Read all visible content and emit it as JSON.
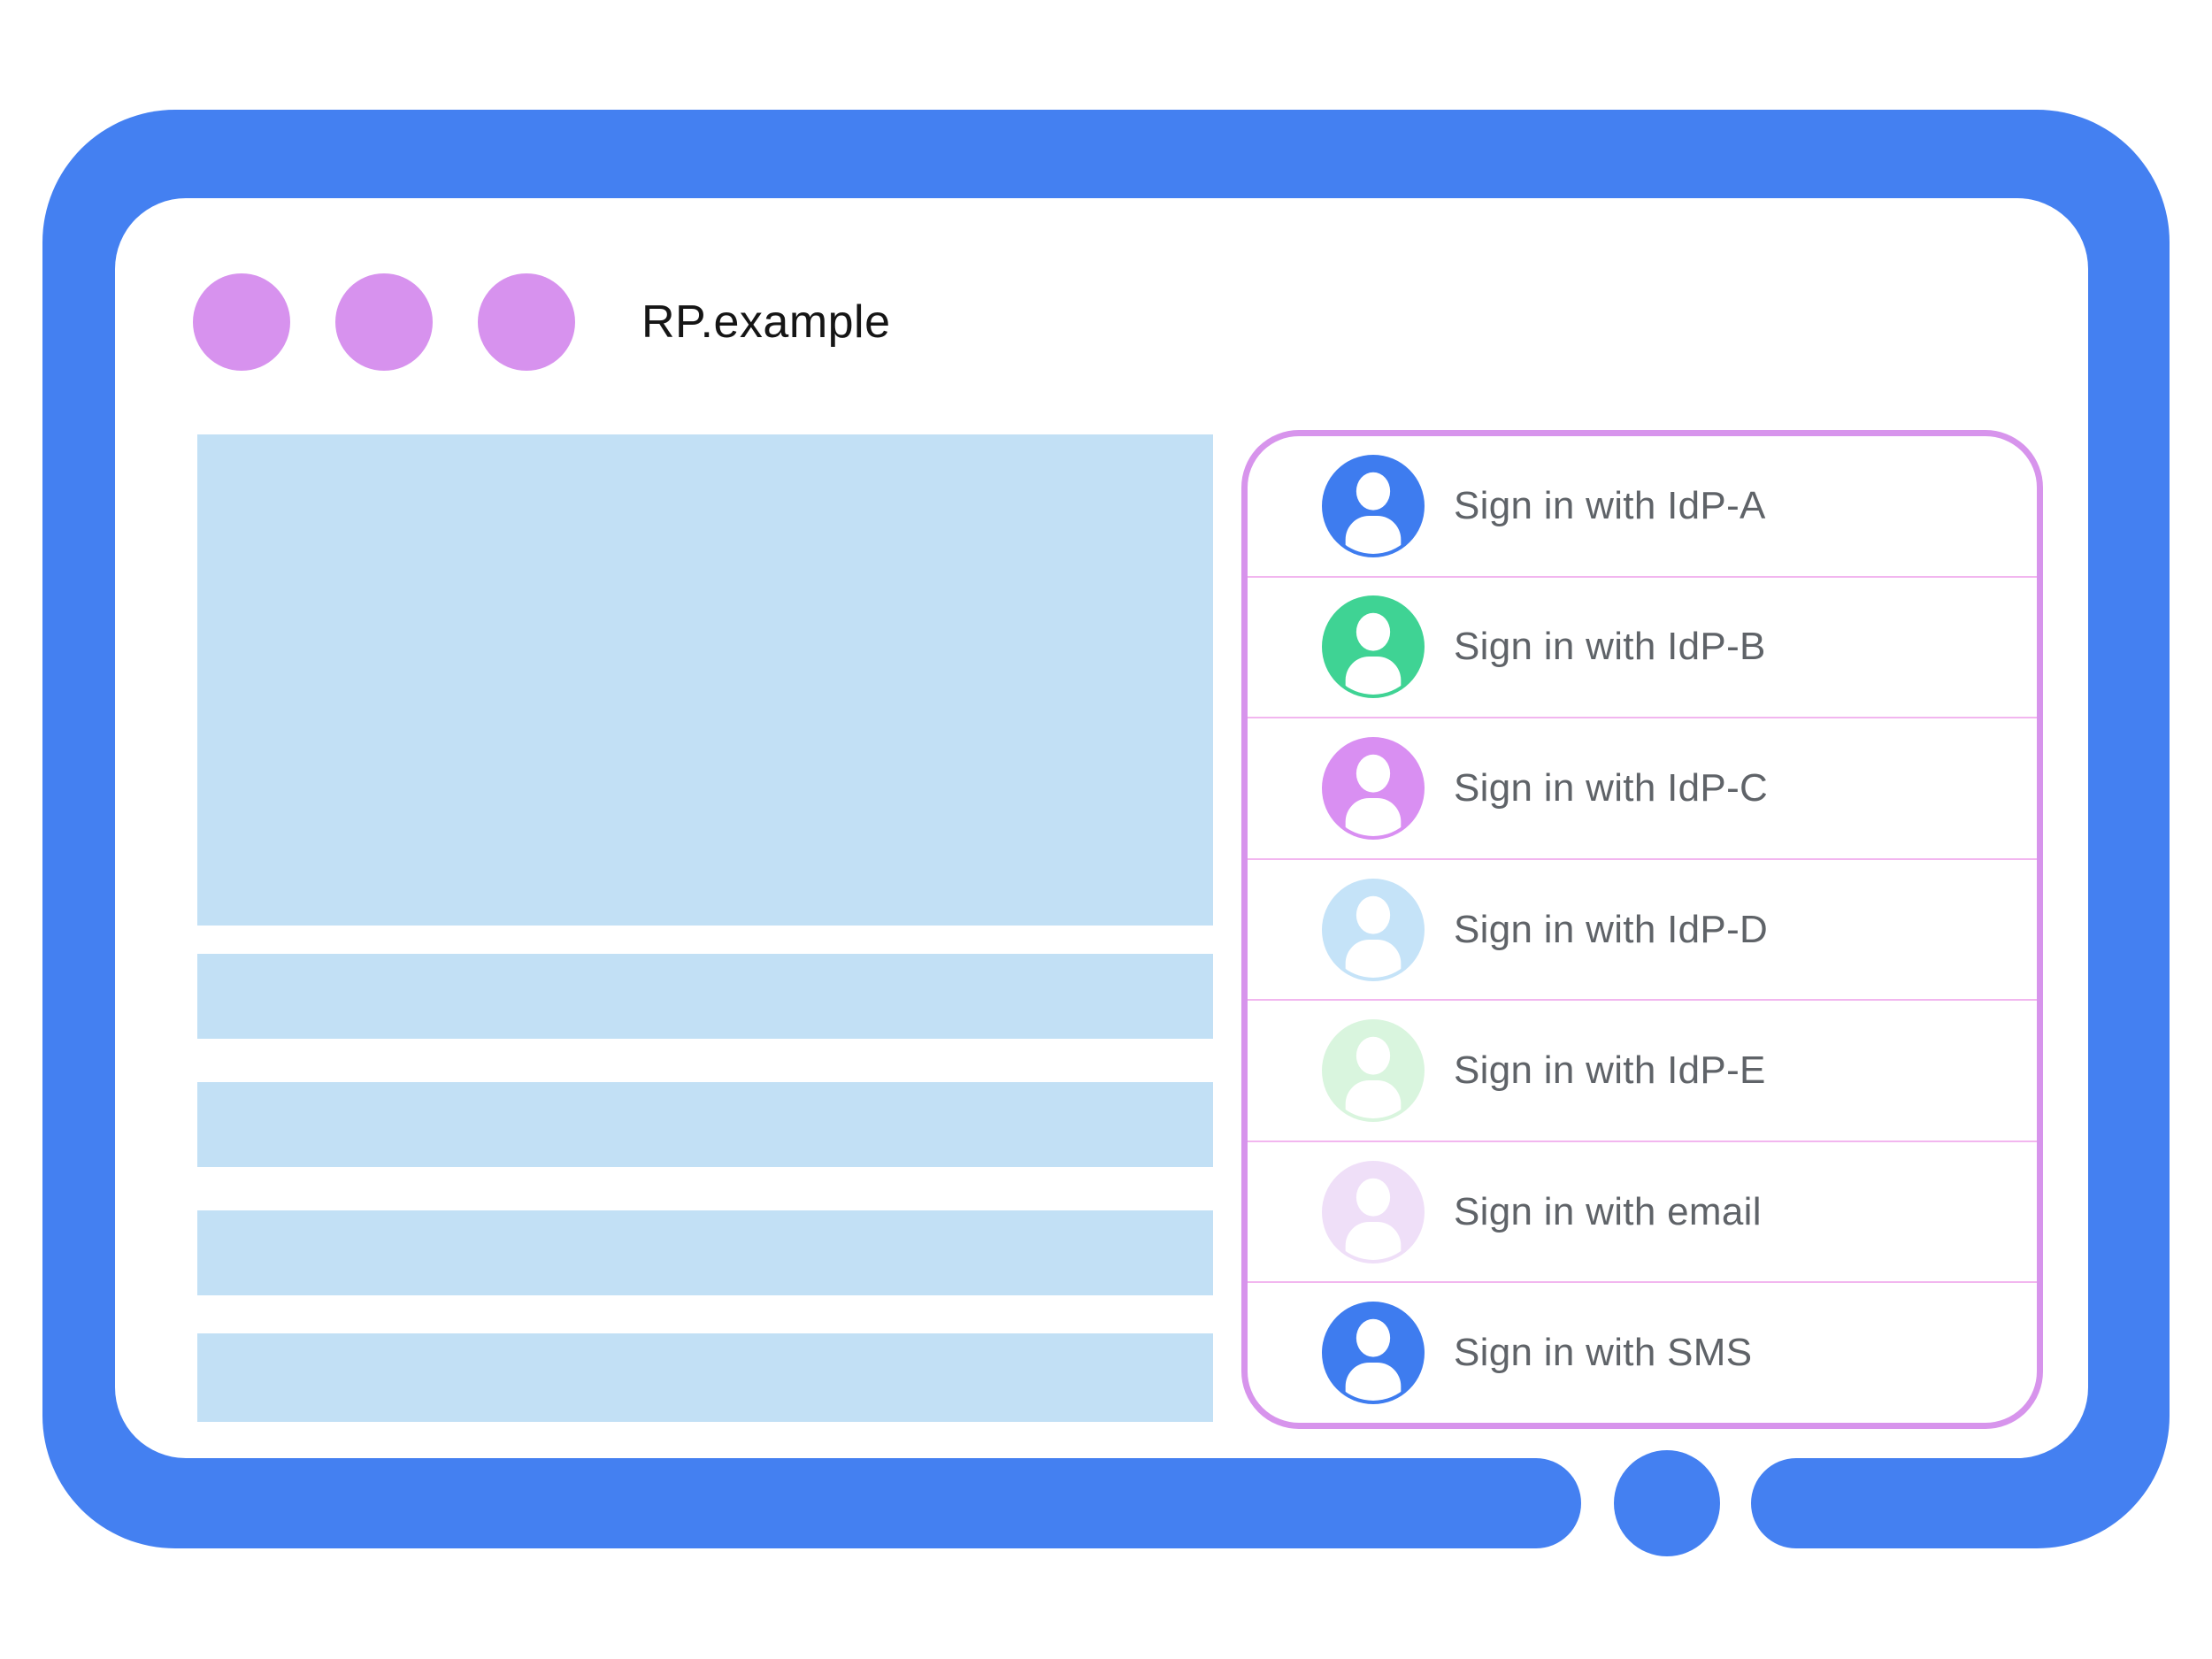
{
  "window": {
    "title": "RP.example",
    "controls": [
      "window-dot",
      "window-dot",
      "window-dot"
    ]
  },
  "signin_panel": {
    "items": [
      {
        "label": "Sign in with IdP-A",
        "icon": "person-circle-icon",
        "color": "#3E7CEF"
      },
      {
        "label": "Sign in with IdP-B",
        "icon": "person-circle-icon",
        "color": "#3FD394"
      },
      {
        "label": "Sign in with IdP-C",
        "icon": "person-circle-icon",
        "color": "#D98FF2"
      },
      {
        "label": "Sign in with IdP-D",
        "icon": "person-circle-icon",
        "color": "#C5E3F8"
      },
      {
        "label": "Sign in with IdP-E",
        "icon": "person-circle-icon",
        "color": "#D9F5DE"
      },
      {
        "label": "Sign in with email",
        "icon": "person-circle-icon",
        "color": "#EFDFF8"
      },
      {
        "label": "Sign in with SMS",
        "icon": "person-circle-icon",
        "color": "#3E7CEF"
      }
    ]
  },
  "colors": {
    "frame_blue": "#4480F1",
    "dot_purple": "#D792EE",
    "placeholder_blue": "#C2E0F5",
    "panel_border": "#D794EC",
    "divider_pink": "#F2B6EF",
    "label_gray": "#5F6368"
  }
}
